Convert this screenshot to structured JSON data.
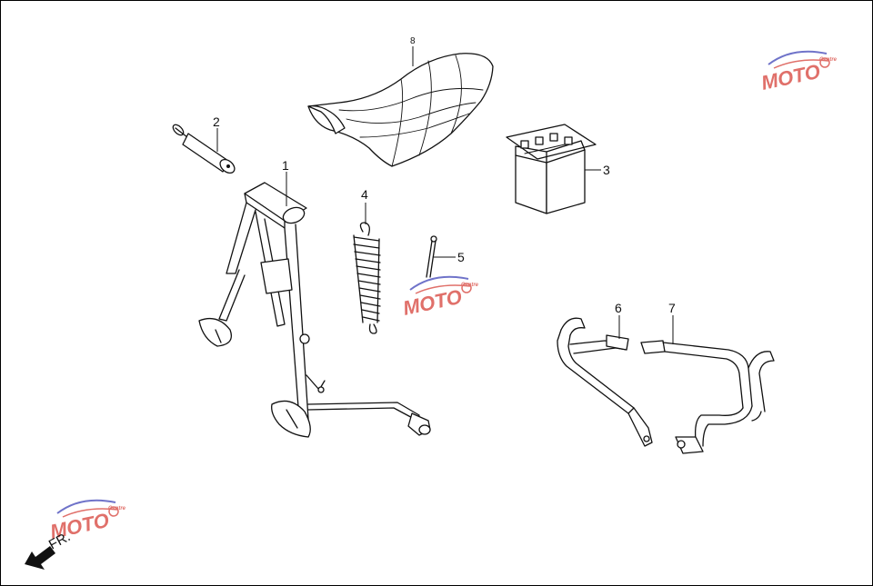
{
  "diagram": {
    "callouts": [
      {
        "id": "1",
        "label": "1"
      },
      {
        "id": "2",
        "label": "2"
      },
      {
        "id": "3",
        "label": "3"
      },
      {
        "id": "4",
        "label": "4"
      },
      {
        "id": "5",
        "label": "5"
      },
      {
        "id": "6",
        "label": "6"
      },
      {
        "id": "7",
        "label": "7"
      },
      {
        "id": "8",
        "label": "8"
      }
    ],
    "direction_label": "FR.",
    "watermark": {
      "brand": "MOTO",
      "tagline": "Centre"
    }
  },
  "colors": {
    "line": "#111111",
    "watermark_red": "#e0706a",
    "watermark_blue": "#6f73c9"
  }
}
